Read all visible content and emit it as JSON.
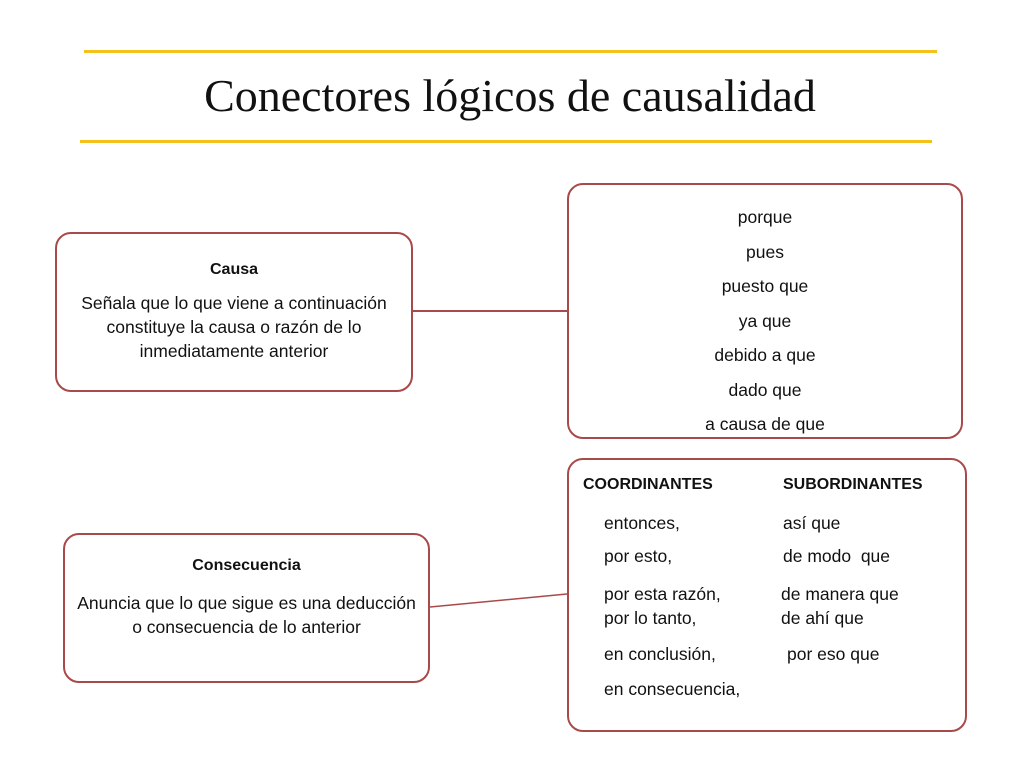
{
  "title": "Conectores lógicos de causalidad",
  "colors": {
    "rule": "#f3c11a",
    "box_border": "#a94a4a",
    "connector_line": "#a94a4a"
  },
  "causa": {
    "heading": "Causa",
    "description": "Señala que lo que viene a continuación constituye la causa o razón de lo inmediatamente anterior"
  },
  "causa_connectors": [
    "porque",
    "pues",
    "puesto que",
    "ya que",
    "debido a que",
    "dado que",
    "a causa de que"
  ],
  "consecuencia": {
    "heading": "Consecuencia",
    "description": "Anuncia que lo que sigue es una deducción o consecuencia de lo anterior"
  },
  "consecuencia_connectors": {
    "coordinantes_heading": "COORDINANTES",
    "subordinantes_heading": "SUBORDINANTES",
    "coordinantes": [
      "entonces,",
      "por esto,",
      "por esta razón,",
      "por lo tanto,",
      "en conclusión,",
      "en consecuencia,"
    ],
    "subordinantes": [
      "así que",
      "de modo  que",
      "de manera que",
      "de ahí que",
      "por eso que"
    ]
  }
}
